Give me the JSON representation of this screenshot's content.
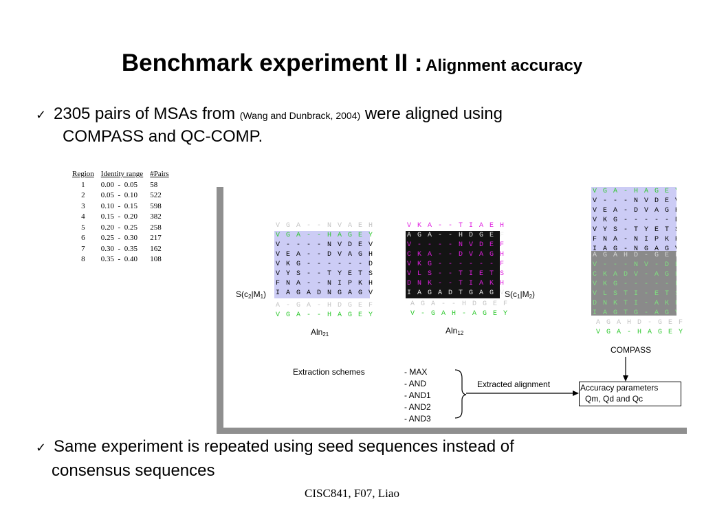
{
  "title": {
    "main": "Benchmark experiment II :",
    "sub": "Alignment accuracy"
  },
  "bullets": [
    {
      "check": "✓",
      "pre": "2305 pairs of MSAs from",
      "cite": "(Wang and Dunbrack, 2004)",
      "post": "were aligned using",
      "line2": "COMPASS and QC-COMP."
    },
    {
      "check": "✓",
      "line1": "Same experiment is repeated using seed sequences instead of",
      "line2": "consensus sequences"
    }
  ],
  "region_table": {
    "headers": [
      "Region",
      "Identity range",
      "#Pairs"
    ],
    "rows": [
      [
        "1",
        "0.00  -  0.05",
        "58"
      ],
      [
        "2",
        "0.05  -  0.10",
        "522"
      ],
      [
        "3",
        "0.10  -  0.15",
        "598"
      ],
      [
        "4",
        "0.15  -  0.20",
        "382"
      ],
      [
        "5",
        "0.20  -  0.25",
        "258"
      ],
      [
        "6",
        "0.25  -  0.30",
        "217"
      ],
      [
        "7",
        "0.30  -  0.35",
        "162"
      ],
      [
        "8",
        "0.35  -  0.40",
        "108"
      ]
    ]
  },
  "aln21": {
    "header": "V G A - - N V A E H",
    "rows": [
      "V G A - - H A G E Y",
      "V - - - - N V D E V",
      "V E A - - D V A G H",
      "V K G - - - - - - D",
      "V Y S - - T Y E T S",
      "F N A - - N I P K H",
      "I A G A D N G A G V"
    ],
    "result1": "A - G A - H D G E F",
    "result2": "V G A - - H A G E Y",
    "s_label": "S(c",
    "s_sub1": "2",
    "s_mid": "|M",
    "s_sub2": "1",
    "s_end": ")",
    "aln_label": "Aln",
    "aln_sub": "21"
  },
  "aln12": {
    "header": "V K A - - T I A E H",
    "rows": [
      "A G A - - H D G E F",
      "V - - - - N V D E F",
      "C K A - - D V A G H",
      "V K G - - - - - - F",
      "V L S - - T I E T S",
      "D N K - - T I A K H",
      "I A G A D T G A G V"
    ],
    "result1": "A G A - - H D G E F",
    "result2": "V - G A H - A G E Y",
    "s_label": "S(c",
    "s_sub1": "1",
    "s_mid": "|M",
    "s_sub2": "2",
    "s_end": ")",
    "aln_label": "Aln",
    "aln_sub": "12"
  },
  "compass": {
    "header": "V G A - H A G E Y",
    "top_rows": [
      "V - - - N V D E V",
      "V E A - D V A G H",
      "V K G - - - - - D",
      "V Y S - T Y E T S",
      "F N A - N I P K H",
      "I A G - N G A G V"
    ],
    "bottom_rows": [
      "A G A H D - G E F",
      "V - - - N V - D E F",
      "C K A D V - A G H",
      "V K G - - - - - F",
      "V L S T I - E T S",
      "D N K T I - A K H",
      "I A G T G - A G V"
    ],
    "result1": "A G A H D - G E F",
    "result2": "V G A - H A G E Y",
    "label": "COMPASS"
  },
  "flow": {
    "extraction_label": "Extraction schemes",
    "schemes": [
      "- MAX",
      "- AND",
      "- AND1",
      "- AND2",
      "- AND3"
    ],
    "extracted_label": "Extracted alignment",
    "accuracy_line1": "Accuracy parameters",
    "accuracy_line2": "Qm, Qd and Qc"
  },
  "footer": "CISC841, F07, Liao",
  "colors": {
    "frame": "#8f8f8f",
    "lavender": "#ccccf5",
    "green": "#2ec82e",
    "magenta": "#e020e0"
  }
}
